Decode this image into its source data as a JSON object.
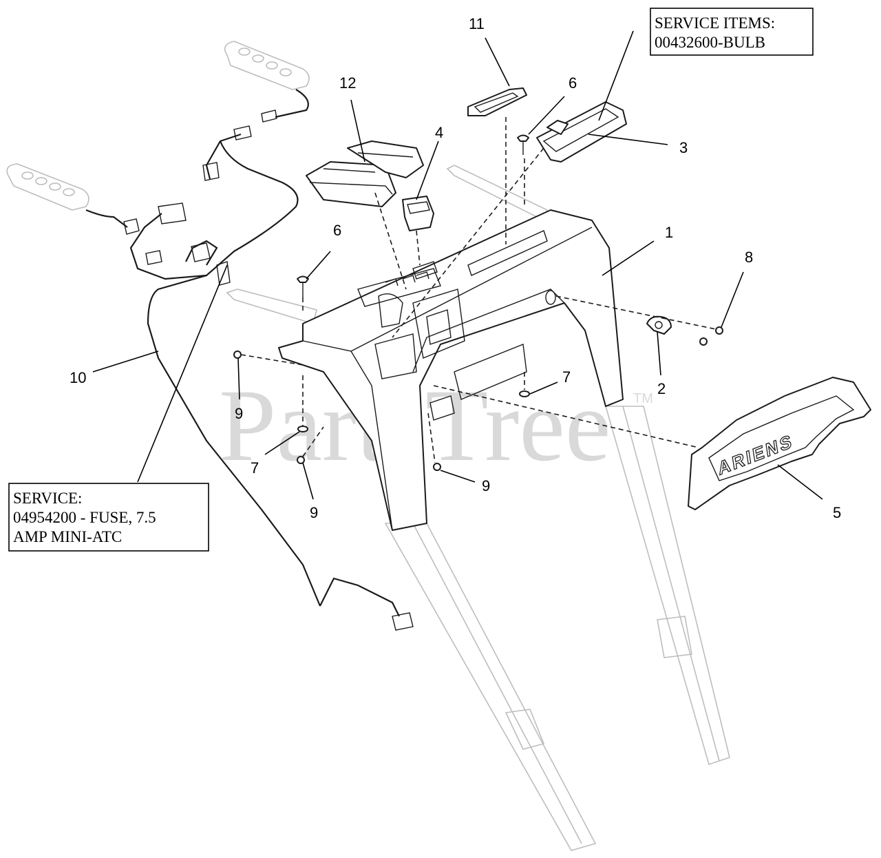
{
  "watermark": {
    "text": "PartsTree",
    "tm": "TM"
  },
  "callouts": {
    "c1": "1",
    "c2": "2",
    "c3": "3",
    "c4": "4",
    "c5": "5",
    "c6a": "6",
    "c6b": "6",
    "c7a": "7",
    "c7b": "7",
    "c8": "8",
    "c9a": "9",
    "c9b": "9",
    "c9c": "9",
    "c10": "10",
    "c11": "11",
    "c12": "12"
  },
  "service_items_box": {
    "line1": "SERVICE ITEMS:",
    "line2": "00432600-BULB"
  },
  "service_fuse_box": {
    "line1": "SERVICE:",
    "line2": "04954200 - FUSE, 7.5",
    "line3": "AMP MINI-ATC"
  },
  "logo_text": "ARIENS",
  "colors": {
    "ink": "#1a1a1a",
    "ghost": "#bdbdbd",
    "watermark": "#d9d9d9"
  }
}
